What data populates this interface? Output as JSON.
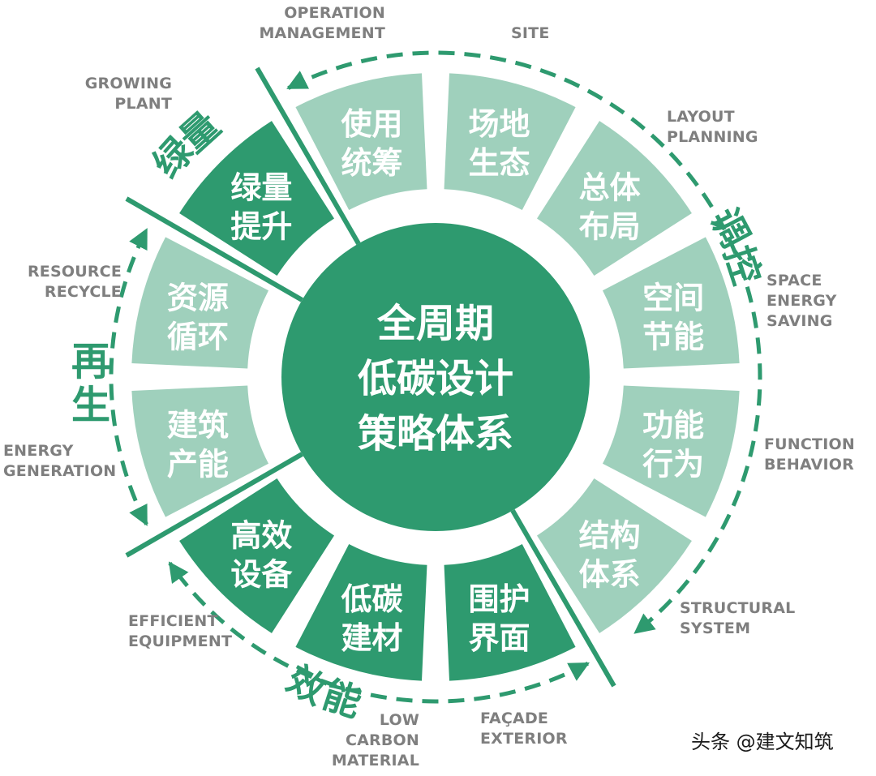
{
  "diagram": {
    "center_title": [
      "全周期",
      "低碳设计",
      "策略体系"
    ],
    "colors": {
      "dark_green": "#2e9a6f",
      "light_green": "#9fd0bc",
      "label_gray": "#7f7f7f",
      "background": "#ffffff"
    },
    "segments": [
      {
        "angle": 15,
        "lines": [
          "场地",
          "生态"
        ],
        "shade": "light",
        "en": "SITE"
      },
      {
        "angle": 45,
        "lines": [
          "总体",
          "布局"
        ],
        "shade": "light",
        "en": "LAYOUT\nPLANNING"
      },
      {
        "angle": 75,
        "lines": [
          "空间",
          "节能"
        ],
        "shade": "light",
        "en": "SPACE\nENERGY\nSAVING"
      },
      {
        "angle": 105,
        "lines": [
          "功能",
          "行为"
        ],
        "shade": "light",
        "en": "FUNCTION\nBEHAVIOR"
      },
      {
        "angle": 135,
        "lines": [
          "结构",
          "体系"
        ],
        "shade": "light",
        "en": "STRUCTURAL\nSYSTEM"
      },
      {
        "angle": 165,
        "lines": [
          "围护",
          "界面"
        ],
        "shade": "dark",
        "en": "FAÇADE\nEXTERIOR"
      },
      {
        "angle": 195,
        "lines": [
          "低碳",
          "建材"
        ],
        "shade": "dark",
        "en": "LOW\nCARBON\nMATERIAL"
      },
      {
        "angle": 225,
        "lines": [
          "高效",
          "设备"
        ],
        "shade": "dark",
        "en": "EFFICIENT\nEQUIPMENT"
      },
      {
        "angle": 255,
        "lines": [
          "建筑",
          "产能"
        ],
        "shade": "light",
        "en": "ENERGY\nGENERATION"
      },
      {
        "angle": 285,
        "lines": [
          "资源",
          "循环"
        ],
        "shade": "light",
        "en": "RESOURCE\nRECYCLE"
      },
      {
        "angle": 315,
        "lines": [
          "绿量",
          "提升"
        ],
        "shade": "dark",
        "en": "GROWING\nPLANT"
      },
      {
        "angle": 345,
        "lines": [
          "使用",
          "统筹"
        ],
        "shade": "light",
        "en": "OPERATION\nMANAGEMENT"
      }
    ],
    "groups": [
      {
        "label": "调控",
        "span": "使用统筹 → 结构体系"
      },
      {
        "label": "效能",
        "span": "高效设备 → 围护界面"
      },
      {
        "label": "再生",
        "span": "资源循环 → 建筑产能"
      },
      {
        "label": "绿量",
        "span": "绿量提升"
      }
    ],
    "english_labels": {
      "operation_management": "OPERATION\nMANAGEMENT",
      "site": "SITE",
      "layout_planning": "LAYOUT\nPLANNING",
      "space_energy_saving": "SPACE\nENERGY\nSAVING",
      "function_behavior": "FUNCTION\nBEHAVIOR",
      "structural_system": "STRUCTURAL\nSYSTEM",
      "facade_exterior": "FAÇADE\nEXTERIOR",
      "low_carbon_material": "LOW\nCARBON\nMATERIAL",
      "efficient_equipment": "EFFICIENT\nEQUIPMENT",
      "energy_generation": "ENERGY\nGENERATION",
      "resource_recycle": "RESOURCE\nRECYCLE",
      "growing_plant": "GROWING\nPLANT"
    },
    "group_labels": {
      "tiaokong": "调控",
      "xiaoneng": "效能",
      "zaisheng": "再生",
      "lvliang": "绿量"
    }
  },
  "watermark": "头条 @建文知筑"
}
